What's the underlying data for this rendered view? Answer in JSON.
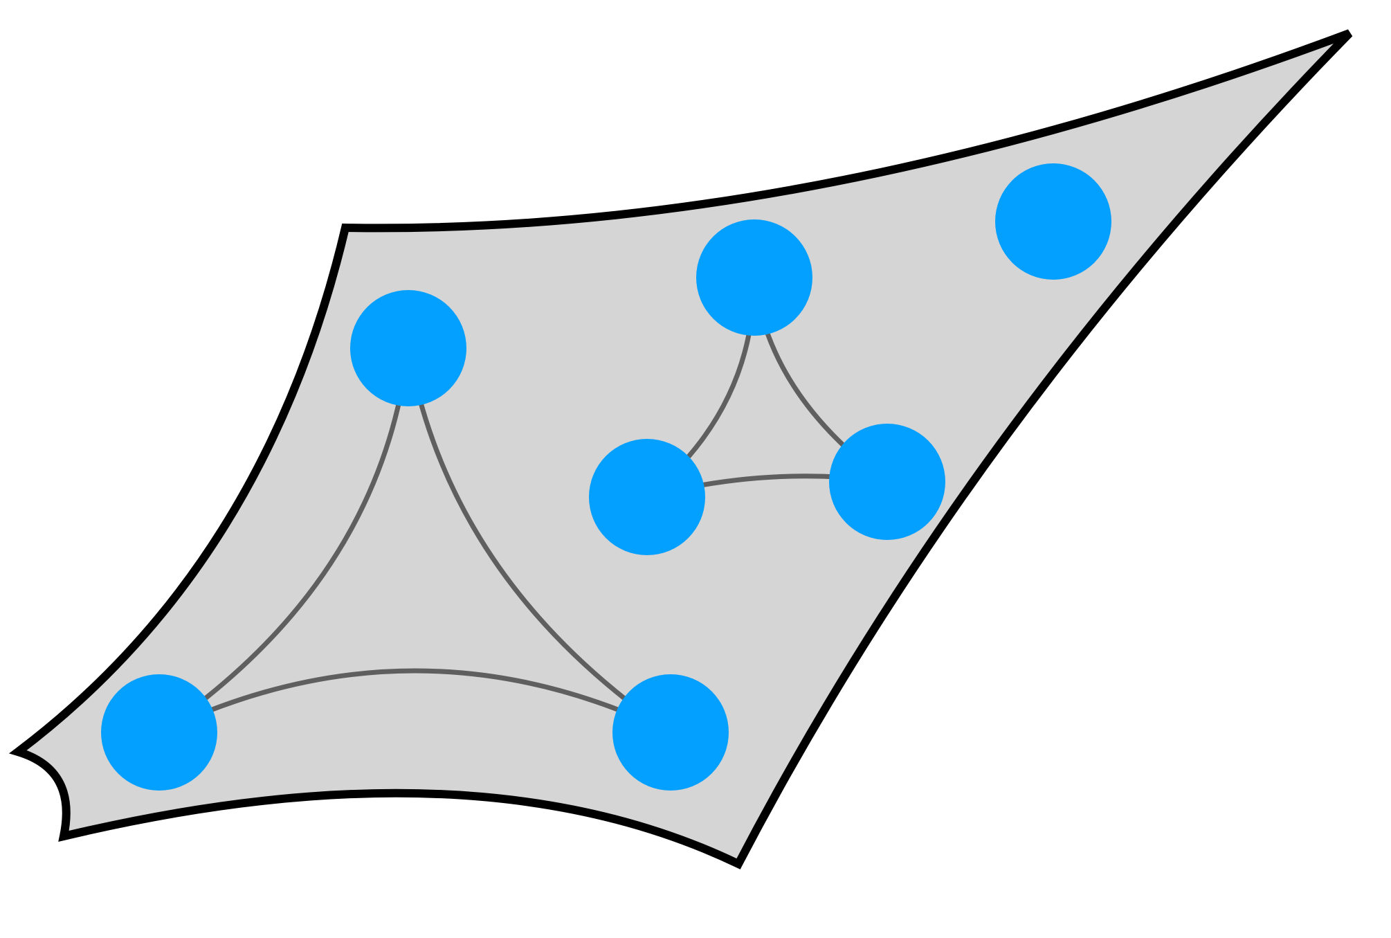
{
  "diagram": {
    "colors": {
      "background": "#ffffff",
      "region_fill": "#d5d5d5",
      "region_stroke": "#000000",
      "node_fill": "#03a0ff",
      "edge_stroke": "#5f5f5f"
    },
    "region": {
      "shape": "curved-quadrilateral"
    },
    "nodes": [
      {
        "id": "n1"
      },
      {
        "id": "n2"
      },
      {
        "id": "n3"
      },
      {
        "id": "n4"
      },
      {
        "id": "n5"
      },
      {
        "id": "n6"
      },
      {
        "id": "n7"
      }
    ],
    "edges": [
      {
        "from": "n1",
        "to": "n2"
      },
      {
        "from": "n1",
        "to": "n3"
      },
      {
        "from": "n2",
        "to": "n3"
      },
      {
        "from": "n4",
        "to": "n5"
      },
      {
        "from": "n4",
        "to": "n6"
      },
      {
        "from": "n5",
        "to": "n6"
      }
    ]
  }
}
